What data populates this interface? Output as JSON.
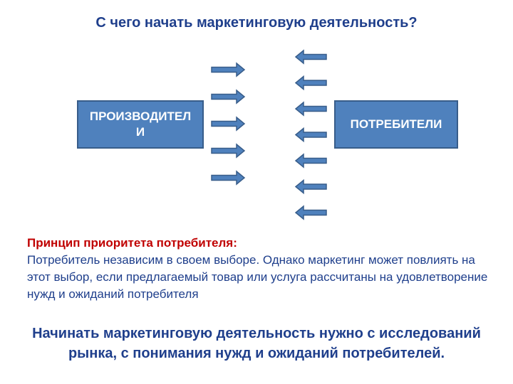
{
  "title": "С чего начать маркетинговую деятельность?",
  "boxes": {
    "producers": "ПРОИЗВОДИТЕЛИ",
    "consumers": "ПОТРЕБИТЕЛИ"
  },
  "arrows": {
    "right_count": 5,
    "left_count": 7
  },
  "principle": {
    "title": "Принцип приоритета потребителя:",
    "text": "Потребитель независим в своем выборе. Однако маркетинг может повлиять на этот выбор, если предлагаемый товар или услуга рассчитаны на удовлетворение нужд и ожиданий потребителя"
  },
  "conclusion": "Начинать маркетинговую деятельность нужно с исследований рынка, с понимания нужд и ожиданий потребителей.",
  "colors": {
    "box_fill": "#4f81bd",
    "box_border": "#385d8a",
    "arrow_fill": "#4f81bd",
    "arrow_stroke": "#385d8a",
    "title_text": "#1f3f8c",
    "principle_title": "#c00000"
  }
}
